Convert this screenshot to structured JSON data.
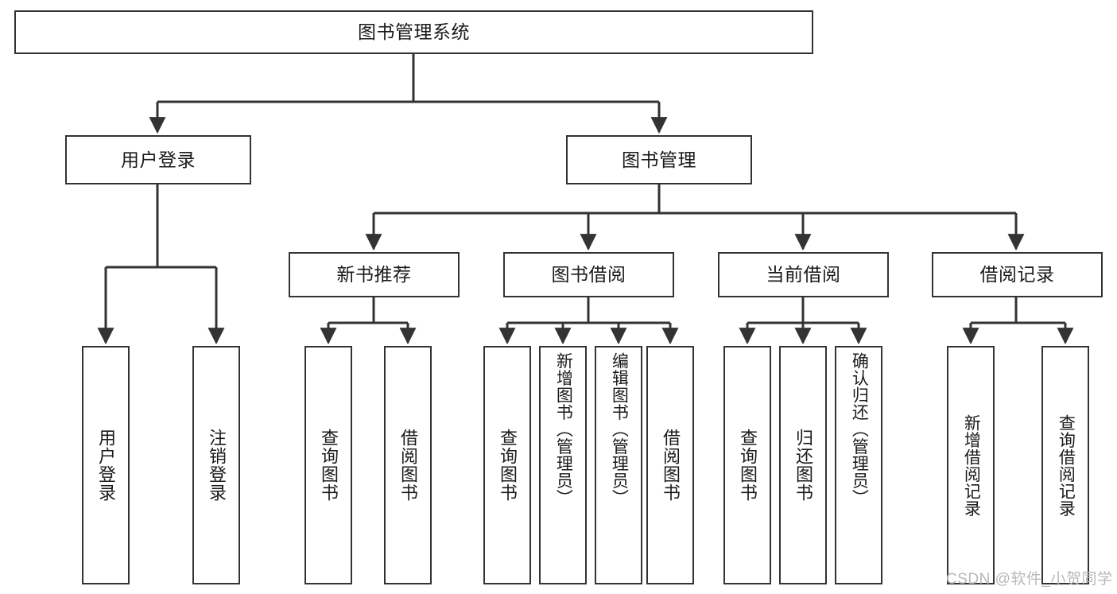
{
  "diagram": {
    "type": "tree-hierarchy-diagram",
    "title": "图书管理系统",
    "root": {
      "id": "root",
      "label": "图书管理系统"
    },
    "level2": [
      {
        "id": "user-login",
        "label": "用户登录"
      },
      {
        "id": "book-management",
        "label": "图书管理"
      }
    ],
    "level3": [
      {
        "id": "new-book-recommend",
        "label": "新书推荐",
        "parent": "book-management"
      },
      {
        "id": "book-borrow",
        "label": "图书借阅",
        "parent": "book-management"
      },
      {
        "id": "current-borrow",
        "label": "当前借阅",
        "parent": "book-management"
      },
      {
        "id": "borrow-record",
        "label": "借阅记录",
        "parent": "book-management"
      }
    ],
    "leaves": [
      {
        "id": "leaf-user-login",
        "label": "用户登录",
        "parent": "user-login"
      },
      {
        "id": "leaf-logout-login",
        "label": "注销登录",
        "parent": "user-login"
      },
      {
        "id": "leaf-query-book-1",
        "label": "查询图书",
        "parent": "new-book-recommend"
      },
      {
        "id": "leaf-borrow-book-1",
        "label": "借阅图书",
        "parent": "new-book-recommend"
      },
      {
        "id": "leaf-query-book-2",
        "label": "查询图书",
        "parent": "book-borrow"
      },
      {
        "id": "leaf-add-book",
        "label": "新增图书（管理员）",
        "parent": "book-borrow"
      },
      {
        "id": "leaf-edit-book",
        "label": "编辑图书（管理员）",
        "parent": "book-borrow"
      },
      {
        "id": "leaf-borrow-book-2",
        "label": "借阅图书",
        "parent": "book-borrow"
      },
      {
        "id": "leaf-query-book-3",
        "label": "查询图书",
        "parent": "current-borrow"
      },
      {
        "id": "leaf-return-book",
        "label": "归还图书",
        "parent": "current-borrow"
      },
      {
        "id": "leaf-confirm-return",
        "label": "确认归还（管理员）",
        "parent": "current-borrow"
      },
      {
        "id": "leaf-add-borrow-record",
        "label": "新增借阅记录",
        "parent": "borrow-record"
      },
      {
        "id": "leaf-query-borrow-record",
        "label": "查询借阅记录",
        "parent": "borrow-record"
      }
    ],
    "watermark": "CSDN @软件_小贺同学",
    "colors": {
      "border": "#333333",
      "background": "#ffffff",
      "text": "#1a1a1a",
      "watermark": "#b8b8b8"
    }
  }
}
